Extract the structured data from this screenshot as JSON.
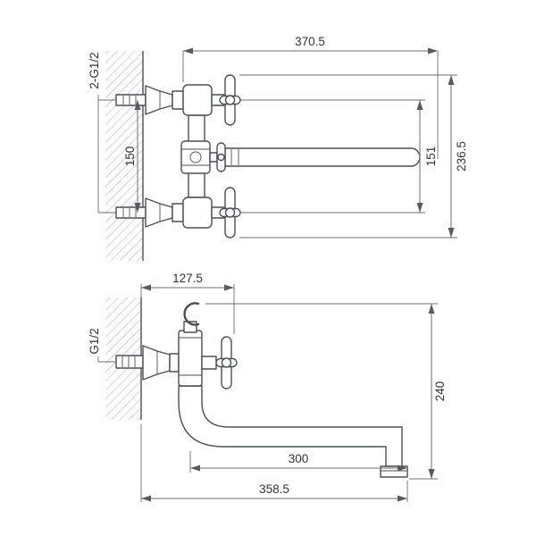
{
  "drawing": {
    "background": "#ffffff",
    "part_line_color": "#4a4e54",
    "dimension_line_color": "#6e6e6e",
    "text_color": "#333333",
    "views": {
      "top": {
        "name": "front-view-wall-mounted-mixer",
        "dims": {
          "overall_width": "370.5",
          "inlet_spacing": "150",
          "handle_spacing": "151",
          "overall_height": "236.5",
          "thread": "2-G1/2"
        }
      },
      "bottom": {
        "name": "side-view-long-spout-mixer",
        "dims": {
          "wall_to_handle": "127.5",
          "overall_height": "240",
          "spout_reach": "300",
          "overall_length": "358.5",
          "thread": "G1/2"
        }
      }
    }
  }
}
